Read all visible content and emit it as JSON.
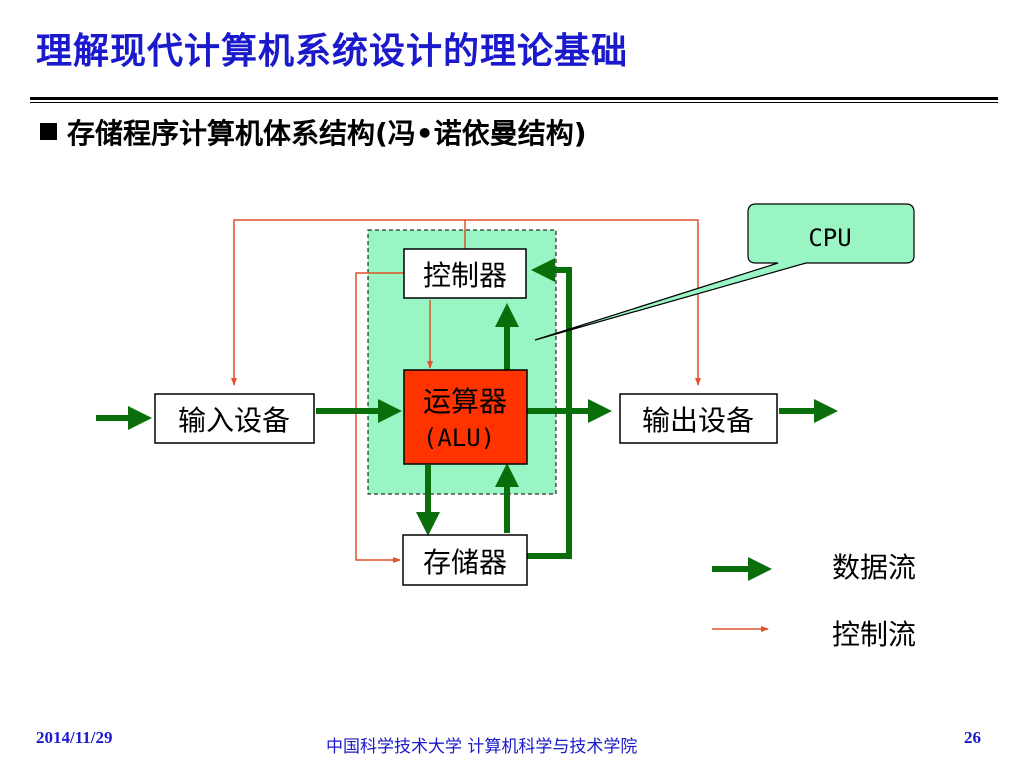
{
  "slide": {
    "title": "理解现代计算机系统设计的理论基础",
    "bullet": "存储程序计算机体系结构(冯•诺依曼结构)"
  },
  "diagram": {
    "controller": "控制器",
    "alu_line1": "运算器",
    "alu_line2": "(ALU)",
    "input_device": "输入设备",
    "output_device": "输出设备",
    "memory": "存储器",
    "cpu_callout": "CPU"
  },
  "legend": {
    "data_flow": "数据流",
    "control_flow": "控制流"
  },
  "colors": {
    "title": "#1a1acc",
    "data_flow": "#0a6e0a",
    "control_flow": "#e0522a",
    "cpu_region": "#99f5c4",
    "alu_fill": "#ff3300",
    "callout_fill": "#99f5c4"
  },
  "footer": {
    "date": "2014/11/29",
    "institution": "中国科学技术大学  计算机科学与技术学院",
    "page": "26"
  }
}
